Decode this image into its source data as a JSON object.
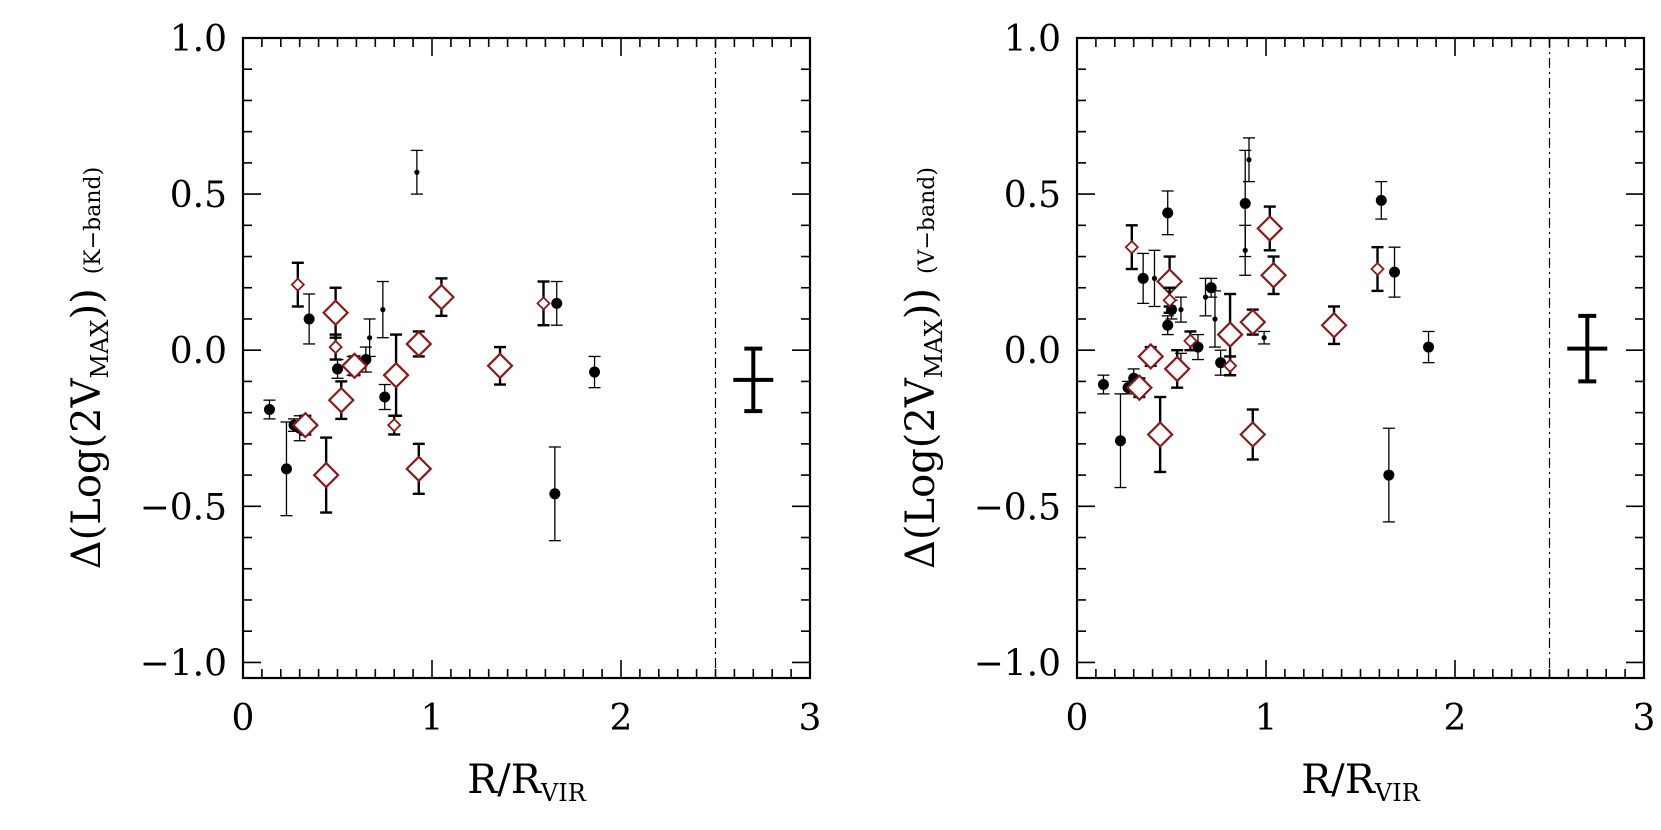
{
  "chart_data": [
    {
      "type": "scatter",
      "ylabel": "Δ(Log(2V",
      "ylabel_sub": "MAX",
      "ylabel_close": "))",
      "band": "(K−band)",
      "xlabel": "R/R",
      "xlabel_sub": "VIR",
      "xlim": [
        0,
        3
      ],
      "ylim": [
        -1.05,
        1.0
      ],
      "xticks": [
        0,
        1,
        2,
        3
      ],
      "xtick_labels": [
        "0",
        "1",
        "2",
        "3"
      ],
      "yticks": [
        -1.0,
        -0.5,
        0.0,
        0.5,
        1.0
      ],
      "ytick_labels": [
        "−1.0",
        "−0.5",
        "0.0",
        "0.5",
        "1.0"
      ],
      "vline_x": 2.5,
      "typical_error": {
        "x": 2.7,
        "y": -0.095,
        "err": 0.1
      },
      "series": [
        {
          "marker": "filled-circle",
          "points": [
            {
              "x": 0.14,
              "y": -0.19,
              "err": 0.03,
              "size": "large"
            },
            {
              "x": 0.23,
              "y": -0.38,
              "err": 0.15,
              "size": "large"
            },
            {
              "x": 0.27,
              "y": -0.24,
              "err": 0.02,
              "size": "large"
            },
            {
              "x": 0.3,
              "y": -0.25,
              "err": 0.04,
              "size": "large"
            },
            {
              "x": 0.35,
              "y": 0.1,
              "err": 0.08,
              "size": "large"
            },
            {
              "x": 0.5,
              "y": -0.06,
              "err": 0.03,
              "size": "large"
            },
            {
              "x": 0.65,
              "y": -0.03,
              "err": 0.04,
              "size": "large"
            },
            {
              "x": 0.75,
              "y": -0.15,
              "err": 0.04,
              "size": "large"
            },
            {
              "x": 1.66,
              "y": 0.15,
              "err": 0.07,
              "size": "large"
            },
            {
              "x": 1.65,
              "y": -0.46,
              "err": 0.15,
              "size": "large"
            },
            {
              "x": 1.86,
              "y": -0.07,
              "err": 0.05,
              "size": "large"
            },
            {
              "x": 0.92,
              "y": 0.57,
              "err": 0.07,
              "size": "small"
            },
            {
              "x": 0.74,
              "y": 0.13,
              "err": 0.09,
              "size": "small"
            },
            {
              "x": 0.67,
              "y": 0.04,
              "err": 0.06,
              "size": "small"
            },
            {
              "x": 0.58,
              "y": -0.05,
              "err": 0.03,
              "size": "small"
            }
          ]
        },
        {
          "marker": "open-diamond",
          "color": "#8b1a1a",
          "points": [
            {
              "x": 0.29,
              "y": 0.21,
              "err": 0.07,
              "size": "small"
            },
            {
              "x": 0.33,
              "y": -0.24,
              "err": 0.03,
              "size": "large"
            },
            {
              "x": 0.44,
              "y": -0.4,
              "err": 0.12,
              "size": "large"
            },
            {
              "x": 0.49,
              "y": 0.12,
              "err": 0.08,
              "size": "large"
            },
            {
              "x": 0.49,
              "y": 0.01,
              "err": 0.04,
              "size": "small"
            },
            {
              "x": 0.52,
              "y": -0.16,
              "err": 0.06,
              "size": "large"
            },
            {
              "x": 0.59,
              "y": -0.05,
              "err": 0.03,
              "size": "large"
            },
            {
              "x": 0.81,
              "y": -0.08,
              "err": 0.13,
              "size": "large"
            },
            {
              "x": 0.8,
              "y": -0.24,
              "err": 0.03,
              "size": "small"
            },
            {
              "x": 0.93,
              "y": 0.02,
              "err": 0.04,
              "size": "large"
            },
            {
              "x": 0.93,
              "y": -0.38,
              "err": 0.08,
              "size": "large"
            },
            {
              "x": 1.05,
              "y": 0.17,
              "err": 0.06,
              "size": "large"
            },
            {
              "x": 1.36,
              "y": -0.05,
              "err": 0.06,
              "size": "large"
            },
            {
              "x": 1.59,
              "y": 0.15,
              "err": 0.07,
              "size": "small"
            }
          ]
        }
      ]
    },
    {
      "type": "scatter",
      "ylabel": "Δ(Log(2V",
      "ylabel_sub": "MAX",
      "ylabel_close": "))",
      "band": "(V−band)",
      "xlabel": "R/R",
      "xlabel_sub": "VIR",
      "xlim": [
        0,
        3
      ],
      "ylim": [
        -1.05,
        1.0
      ],
      "xticks": [
        0,
        1,
        2,
        3
      ],
      "xtick_labels": [
        "0",
        "1",
        "2",
        "3"
      ],
      "yticks": [
        -1.0,
        -0.5,
        0.0,
        0.5,
        1.0
      ],
      "ytick_labels": [
        "−1.0",
        "−0.5",
        "0.0",
        "0.5",
        "1.0"
      ],
      "vline_x": 2.5,
      "typical_error": {
        "x": 2.7,
        "y": 0.005,
        "err": 0.105
      },
      "series": [
        {
          "marker": "filled-circle",
          "points": [
            {
              "x": 0.14,
              "y": -0.11,
              "err": 0.03,
              "size": "large"
            },
            {
              "x": 0.23,
              "y": -0.29,
              "err": 0.15,
              "size": "large"
            },
            {
              "x": 0.27,
              "y": -0.12,
              "err": 0.02,
              "size": "large"
            },
            {
              "x": 0.3,
              "y": -0.09,
              "err": 0.03,
              "size": "large"
            },
            {
              "x": 0.35,
              "y": 0.23,
              "err": 0.08,
              "size": "large"
            },
            {
              "x": 0.48,
              "y": 0.44,
              "err": 0.07,
              "size": "large"
            },
            {
              "x": 0.48,
              "y": 0.08,
              "err": 0.03,
              "size": "large"
            },
            {
              "x": 0.5,
              "y": 0.13,
              "err": 0.03,
              "size": "large"
            },
            {
              "x": 0.64,
              "y": 0.01,
              "err": 0.04,
              "size": "large"
            },
            {
              "x": 0.71,
              "y": 0.2,
              "err": 0.03,
              "size": "large"
            },
            {
              "x": 0.76,
              "y": -0.04,
              "err": 0.04,
              "size": "large"
            },
            {
              "x": 0.89,
              "y": 0.47,
              "err": 0.17,
              "size": "large"
            },
            {
              "x": 1.61,
              "y": 0.48,
              "err": 0.06,
              "size": "large"
            },
            {
              "x": 1.68,
              "y": 0.25,
              "err": 0.08,
              "size": "large"
            },
            {
              "x": 1.65,
              "y": -0.4,
              "err": 0.15,
              "size": "large"
            },
            {
              "x": 1.86,
              "y": 0.01,
              "err": 0.05,
              "size": "large"
            },
            {
              "x": 0.91,
              "y": 0.61,
              "err": 0.07,
              "size": "small"
            },
            {
              "x": 0.41,
              "y": 0.23,
              "err": 0.09,
              "size": "small"
            },
            {
              "x": 0.55,
              "y": 0.13,
              "err": 0.04,
              "size": "small"
            },
            {
              "x": 0.68,
              "y": 0.17,
              "err": 0.06,
              "size": "small"
            },
            {
              "x": 0.73,
              "y": 0.1,
              "err": 0.09,
              "size": "small"
            },
            {
              "x": 0.89,
              "y": 0.32,
              "err": 0.08,
              "size": "small"
            },
            {
              "x": 0.55,
              "y": -0.04,
              "err": 0.03,
              "size": "small"
            },
            {
              "x": 0.99,
              "y": 0.04,
              "err": 0.02,
              "size": "small"
            }
          ]
        },
        {
          "marker": "open-diamond",
          "color": "#8b1a1a",
          "points": [
            {
              "x": 0.29,
              "y": 0.33,
              "err": 0.07,
              "size": "small"
            },
            {
              "x": 0.33,
              "y": -0.12,
              "err": 0.03,
              "size": "large"
            },
            {
              "x": 0.39,
              "y": -0.02,
              "err": 0.03,
              "size": "large"
            },
            {
              "x": 0.44,
              "y": -0.27,
              "err": 0.12,
              "size": "large"
            },
            {
              "x": 0.49,
              "y": 0.22,
              "err": 0.08,
              "size": "large"
            },
            {
              "x": 0.49,
              "y": 0.16,
              "err": 0.04,
              "size": "small"
            },
            {
              "x": 0.53,
              "y": -0.06,
              "err": 0.06,
              "size": "large"
            },
            {
              "x": 0.6,
              "y": 0.03,
              "err": 0.03,
              "size": "small"
            },
            {
              "x": 0.81,
              "y": 0.05,
              "err": 0.13,
              "size": "large"
            },
            {
              "x": 0.81,
              "y": -0.05,
              "err": 0.03,
              "size": "small"
            },
            {
              "x": 0.93,
              "y": 0.09,
              "err": 0.04,
              "size": "large"
            },
            {
              "x": 0.93,
              "y": -0.27,
              "err": 0.08,
              "size": "large"
            },
            {
              "x": 1.02,
              "y": 0.39,
              "err": 0.07,
              "size": "large"
            },
            {
              "x": 1.04,
              "y": 0.24,
              "err": 0.06,
              "size": "large"
            },
            {
              "x": 1.36,
              "y": 0.08,
              "err": 0.06,
              "size": "large"
            },
            {
              "x": 1.59,
              "y": 0.26,
              "err": 0.07,
              "size": "small"
            }
          ]
        }
      ]
    }
  ]
}
